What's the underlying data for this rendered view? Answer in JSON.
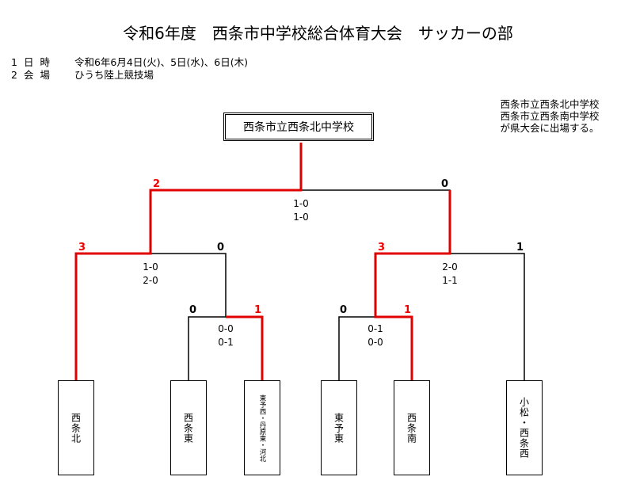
{
  "title": "令和6年度　西条市中学校総合体育大会　サッカーの部",
  "info": [
    {
      "num": "1",
      "label": "日 時",
      "value": "令和6年6月4日(火)、5日(水)、6日(木)"
    },
    {
      "num": "2",
      "label": "会 場",
      "value": "ひうち陸上競技場"
    }
  ],
  "note": [
    "西条市立西条北中学校",
    "西条市立西条南中学校",
    "が県大会に出場する。"
  ],
  "winner": "西条市立西条北中学校",
  "teams": [
    "西条北",
    "西条東",
    "東予西・丹原東・河北",
    "東予東",
    "西条南",
    "小松・西条西"
  ],
  "scores": {
    "r1_left": {
      "left": "0",
      "right": "1",
      "line1": "0-0",
      "line2": "0-1"
    },
    "r1_right": {
      "left": "0",
      "right": "1",
      "line1": "0-1",
      "line2": "0-0"
    },
    "sf_left": {
      "left": "3",
      "right": "0",
      "line1": "1-0",
      "line2": "2-0"
    },
    "sf_right": {
      "left": "3",
      "right": "1",
      "line1": "2-0",
      "line2": "1-1"
    },
    "final": {
      "left": "2",
      "right": "0",
      "line1": "1-0",
      "line2": "1-0"
    }
  },
  "colors": {
    "win": "#e00000",
    "line": "#000000"
  }
}
